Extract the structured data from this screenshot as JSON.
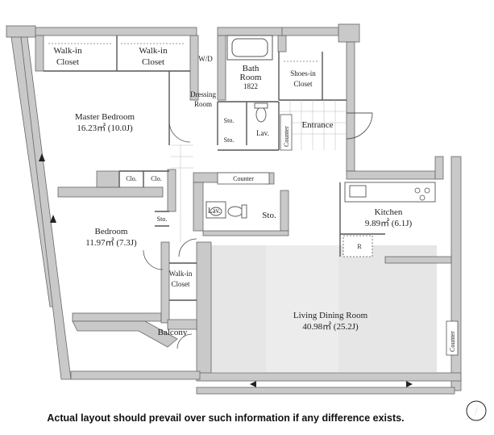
{
  "rooms": {
    "walkin_closet_1": [
      "Walk-in",
      "Closet"
    ],
    "walkin_closet_2": [
      "Walk-in",
      "Closet"
    ],
    "wd": "W/D",
    "bath_room": [
      "Bath",
      "Room",
      "1822"
    ],
    "shoes_in_closet": [
      "Shoes-in",
      "Closet"
    ],
    "dressing_room": [
      "Dressing",
      "Room"
    ],
    "master_bedroom": [
      "Master Bedroom",
      "16.23㎡ (10.0J)"
    ],
    "sto_1": "Sto.",
    "sto_2": "Sto.",
    "lav_1": "Lav.",
    "counter_vertical": "Counter",
    "entrance": "Entrance",
    "clo_1": "Clo.",
    "clo_2": "Clo.",
    "counter_horizontal": "Counter",
    "bedroom": [
      "Bedroom",
      "11.97㎡ (7.3J)"
    ],
    "sto_3": "Sto.",
    "lav_2": "Lav.",
    "sto_4": "Sto.",
    "kitchen": [
      "Kitchen",
      "9.89㎡ (6.1J)"
    ],
    "r_mark": "R",
    "walkin_closet_3": [
      "Walk-in",
      "Closet"
    ],
    "living_dining": [
      "Living Dining Room",
      "40.98㎡ (25.2J)"
    ],
    "balcony": "Balcony",
    "counter_right": "Counter"
  },
  "disclaimer": "Actual layout should prevail over such information if any difference exists.",
  "colors": {
    "wall": "#c8c8c8",
    "wall_dark": "#a9a9a9",
    "floor_gray": "#e9e9e9",
    "line": "#555555",
    "accent": "#2a2a2a"
  },
  "icons": [
    "compass-icon",
    "bathtub-icon",
    "toilet-icon",
    "sink-icon",
    "stove-icon",
    "arrow-icon"
  ]
}
